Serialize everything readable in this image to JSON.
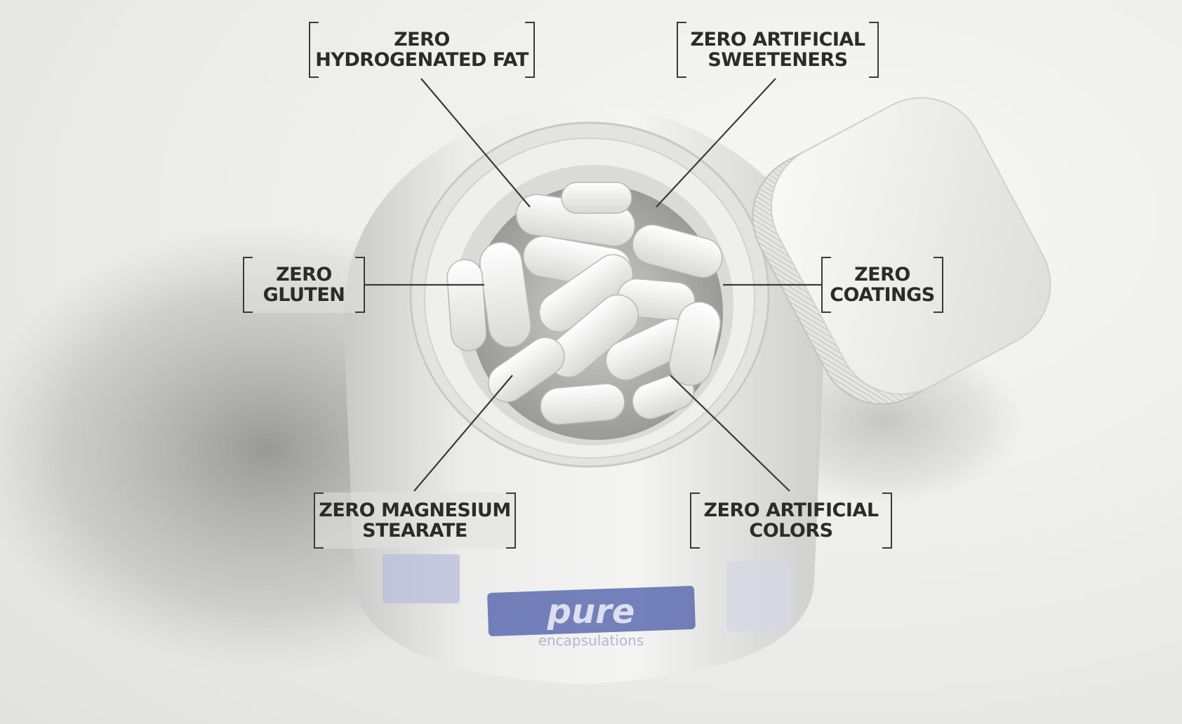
{
  "callouts": {
    "hydrogenated_fat": "ZERO\nHYDROGENATED FAT",
    "artificial_sweeteners": "ZERO ARTIFICIAL\nSWEETENERS",
    "gluten": "ZERO\nGLUTEN",
    "coatings": "ZERO\nCOATINGS",
    "magnesium_stearate": "ZERO  MAGNESIUM\nSTEARATE",
    "artificial_colors": "ZERO ARTIFICIAL\nCOLORS"
  },
  "bottle_label": {
    "brand": "pure",
    "subtitle": "encapsulations"
  },
  "colors": {
    "label_blue": "#4a5aa8",
    "text": "#2b2b2b",
    "line": "#3a3a3a"
  }
}
